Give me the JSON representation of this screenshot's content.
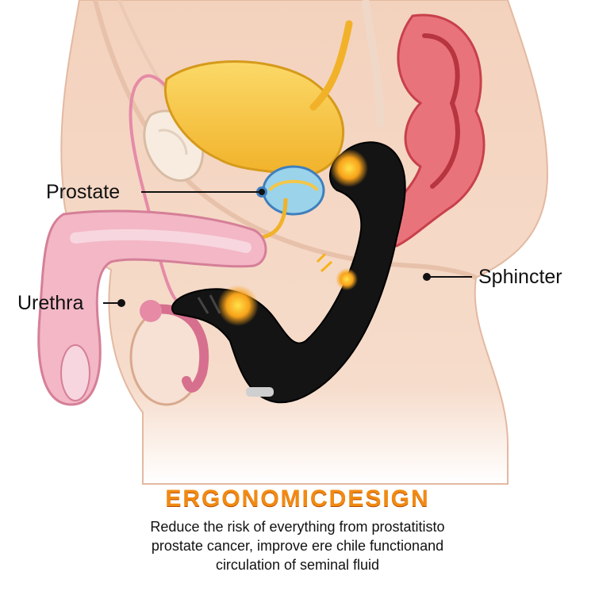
{
  "labels": {
    "prostate": "Prostate",
    "urethra": "Urethra",
    "sphincter": "Sphincter"
  },
  "headline": "ERGONOMICDESIGN",
  "description": {
    "line1": "Reduce the risk of everything from prostatitisto",
    "line2": "prostate cancer, improve ere chile functionand",
    "line3": "circulation of seminal fluid"
  },
  "colors": {
    "skin": "#f6d6c0",
    "tissue": "#f0bfa8",
    "bladder": "#f6c23c",
    "rectum": "#d9505a",
    "device": "#141414",
    "accent": "#f28a12"
  }
}
